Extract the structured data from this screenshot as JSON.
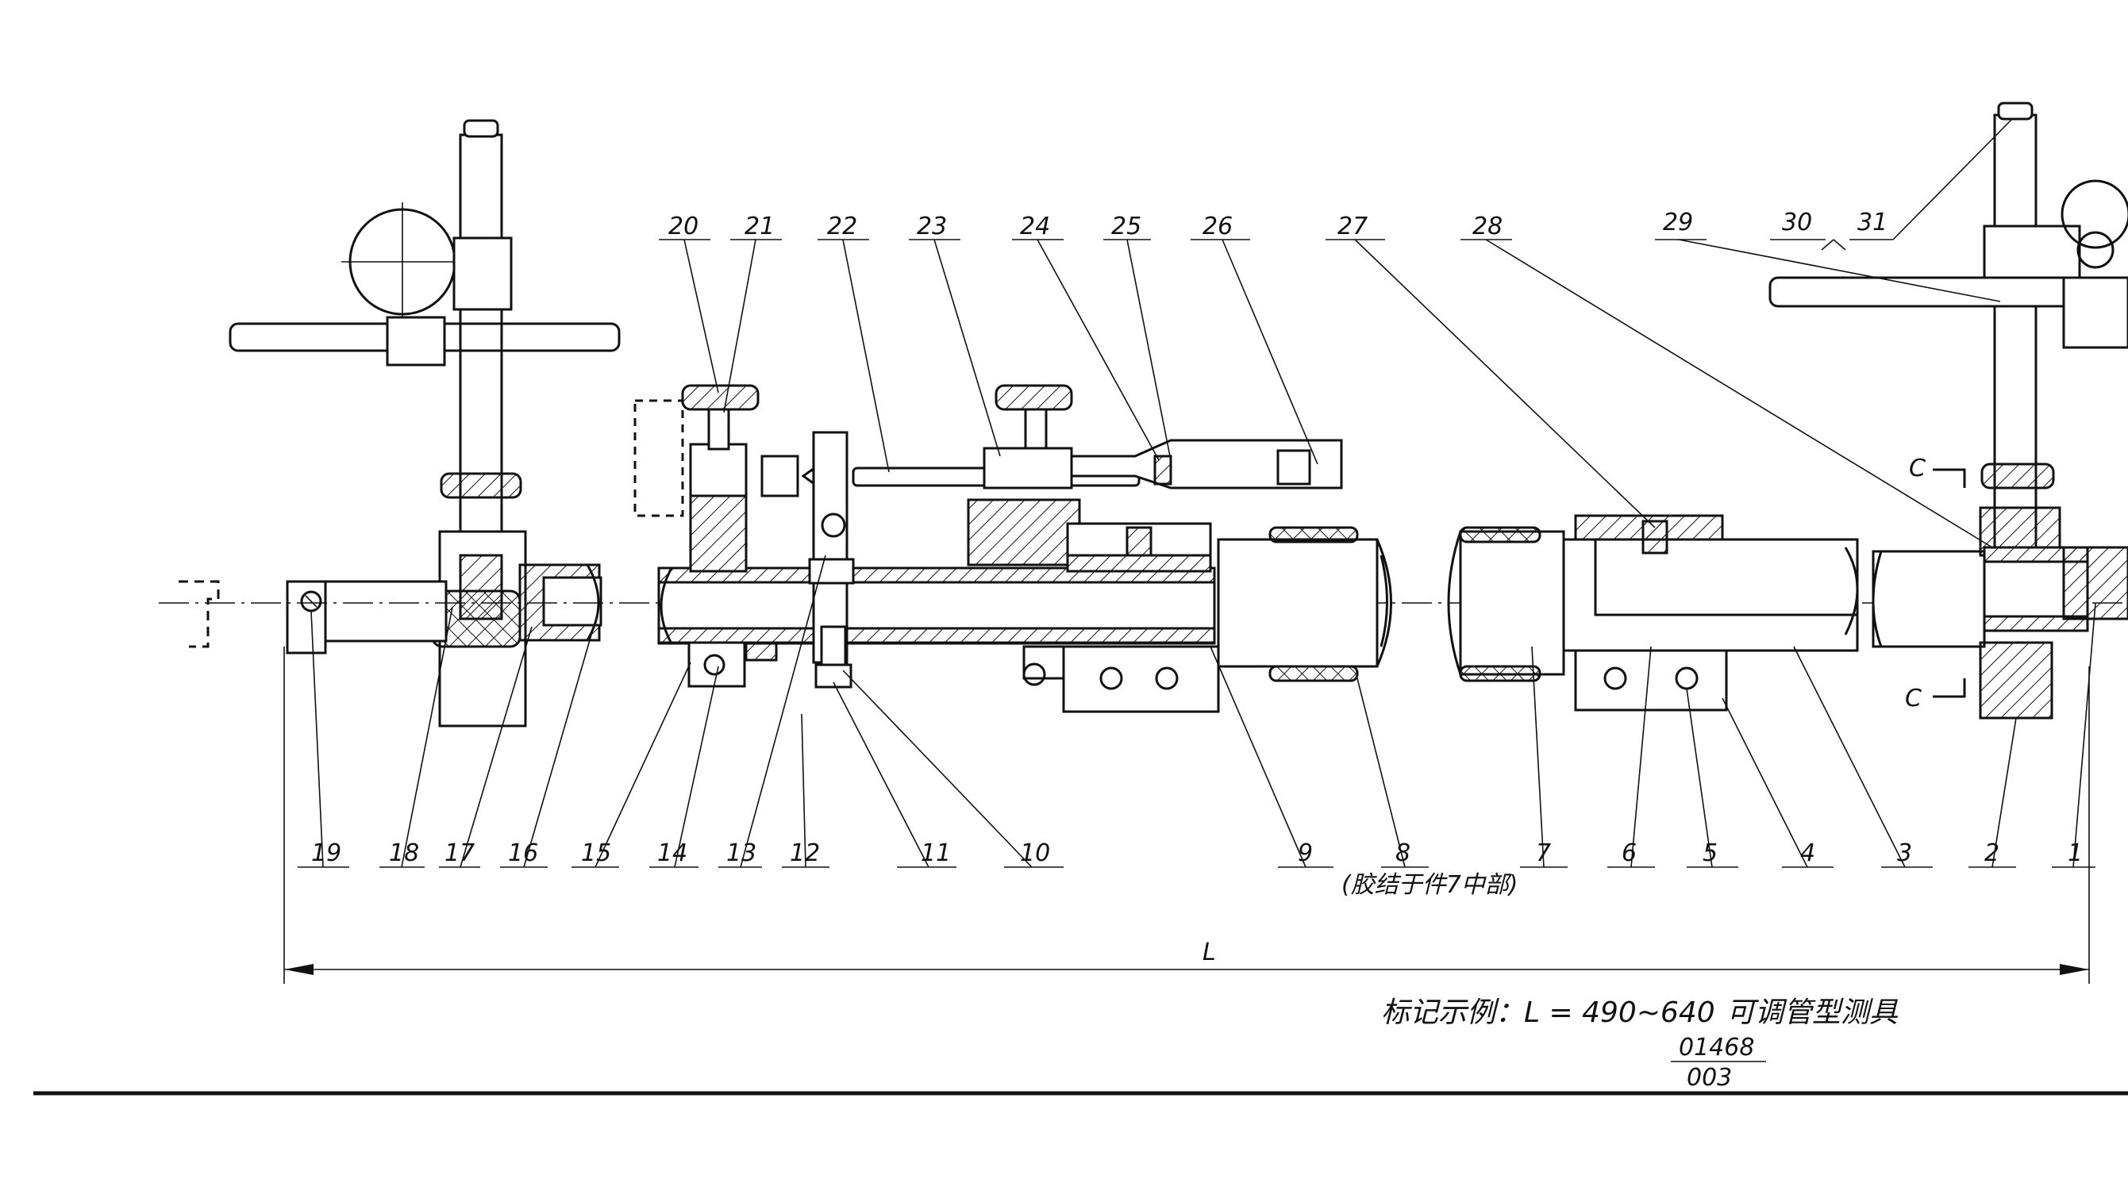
{
  "part_labels": [
    "1",
    "2",
    "3",
    "4",
    "5",
    "6",
    "7",
    "8",
    "9",
    "10",
    "11",
    "12",
    "13",
    "14",
    "15",
    "16",
    "17",
    "18",
    "19",
    "20",
    "21",
    "22",
    "23",
    "24",
    "25",
    "26",
    "27",
    "28",
    "29",
    "30",
    "31"
  ],
  "part8_note": "(胶结于件7中部)",
  "dimension_label": "L",
  "section_mark_top": "C",
  "section_mark_bottom": "C",
  "title_prefix": "标记示例：",
  "title_formula": "L = 490~640",
  "title_name": "可调管型测具",
  "code_number": "01468",
  "code_sub": "003"
}
